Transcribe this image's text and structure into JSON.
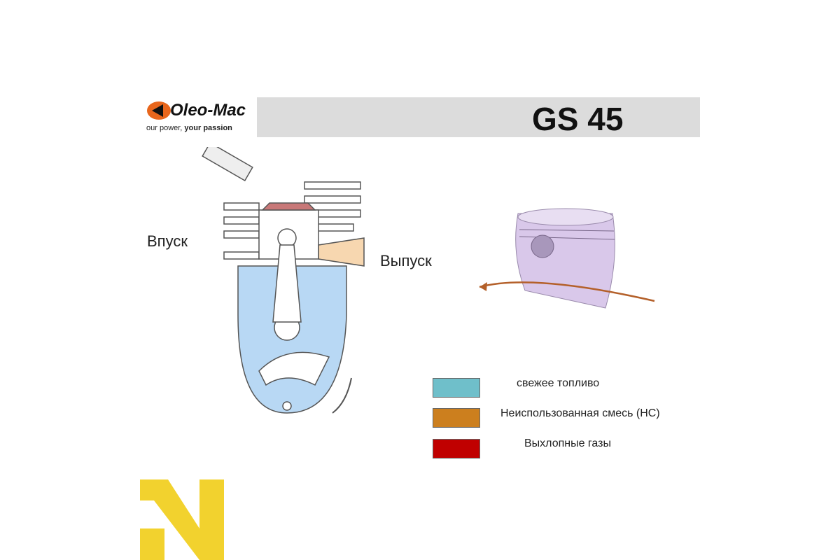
{
  "header": {
    "brand": "Oleo-Mac",
    "tagline_pre": "our power, ",
    "tagline_bold": "your passion",
    "title": "GS 45"
  },
  "diagram": {
    "intake_label": "Впуск",
    "exhaust_label": "Выпуск"
  },
  "legend": [
    {
      "label": "свежее топливо",
      "color": "#6fbfca"
    },
    {
      "label": "Неиспользованная смесь (НС)",
      "color": "#cc7f1e"
    },
    {
      "label": "Выхлопные газы",
      "color": "#c00000"
    }
  ],
  "colors": {
    "fresh_fuel": "#b8d8f4",
    "exhaust_port": "#f7d7b0",
    "piston": "#d9c8ea",
    "arrow": "#b4602a",
    "watermark": "#f2d22e"
  }
}
